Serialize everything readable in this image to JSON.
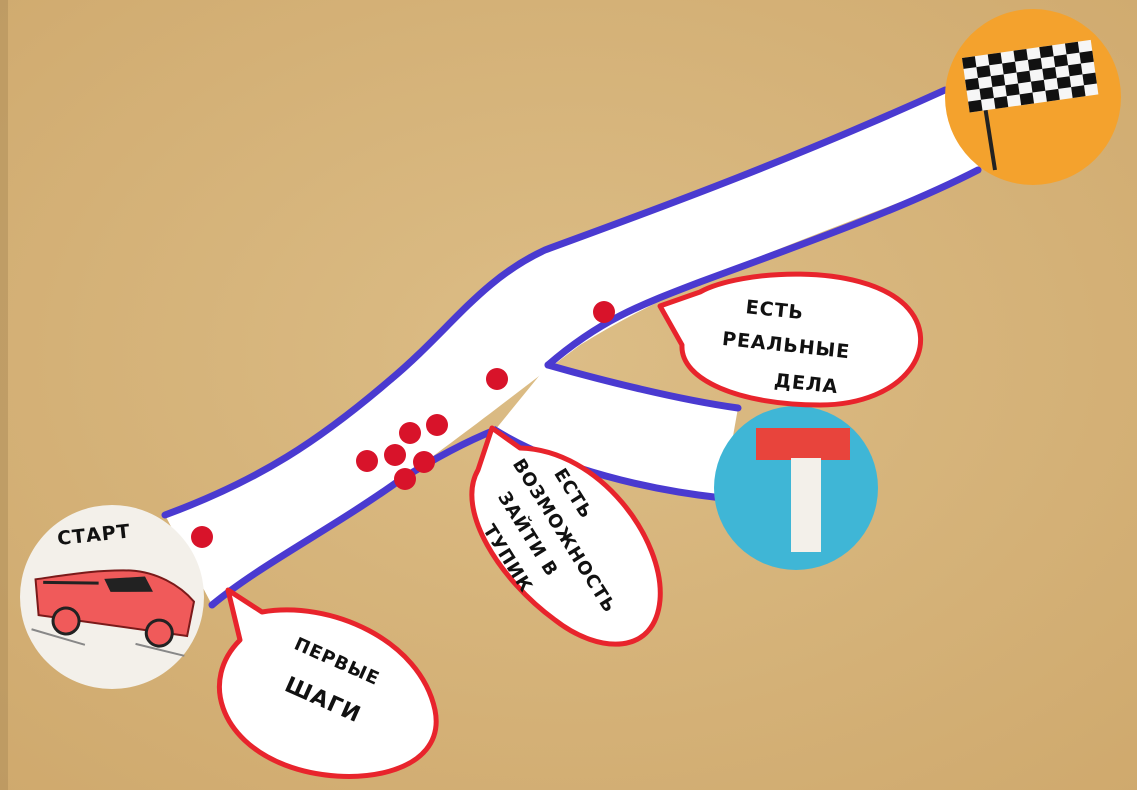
{
  "poster": {
    "start_label": "СТАРТ",
    "bubbles": {
      "first_steps": [
        "ПЕРВЫЕ",
        "ШАГИ"
      ],
      "dead_end": [
        "ЕСТЬ",
        "ВОЗМОЖНОСТЬ",
        "ЗАЙТИ В",
        "ТУПИК"
      ],
      "real_deeds": [
        "ЕСТЬ",
        "РЕАЛЬНЫЕ",
        "ДЕЛА"
      ]
    }
  },
  "colors": {
    "paper": "#d9b77e",
    "road": "#ffffff",
    "road_edge": "#4a3ad0",
    "bubble_border": "#e8242c",
    "dot": "#d8132a",
    "finish_circle": "#f4a22d",
    "dead_end_circle": "#3fb6d6",
    "car": "#f05a5a"
  },
  "icons": {
    "start": "race-car-icon",
    "finish": "checkered-flag-icon",
    "dead_end": "dead-end-sign-icon"
  }
}
